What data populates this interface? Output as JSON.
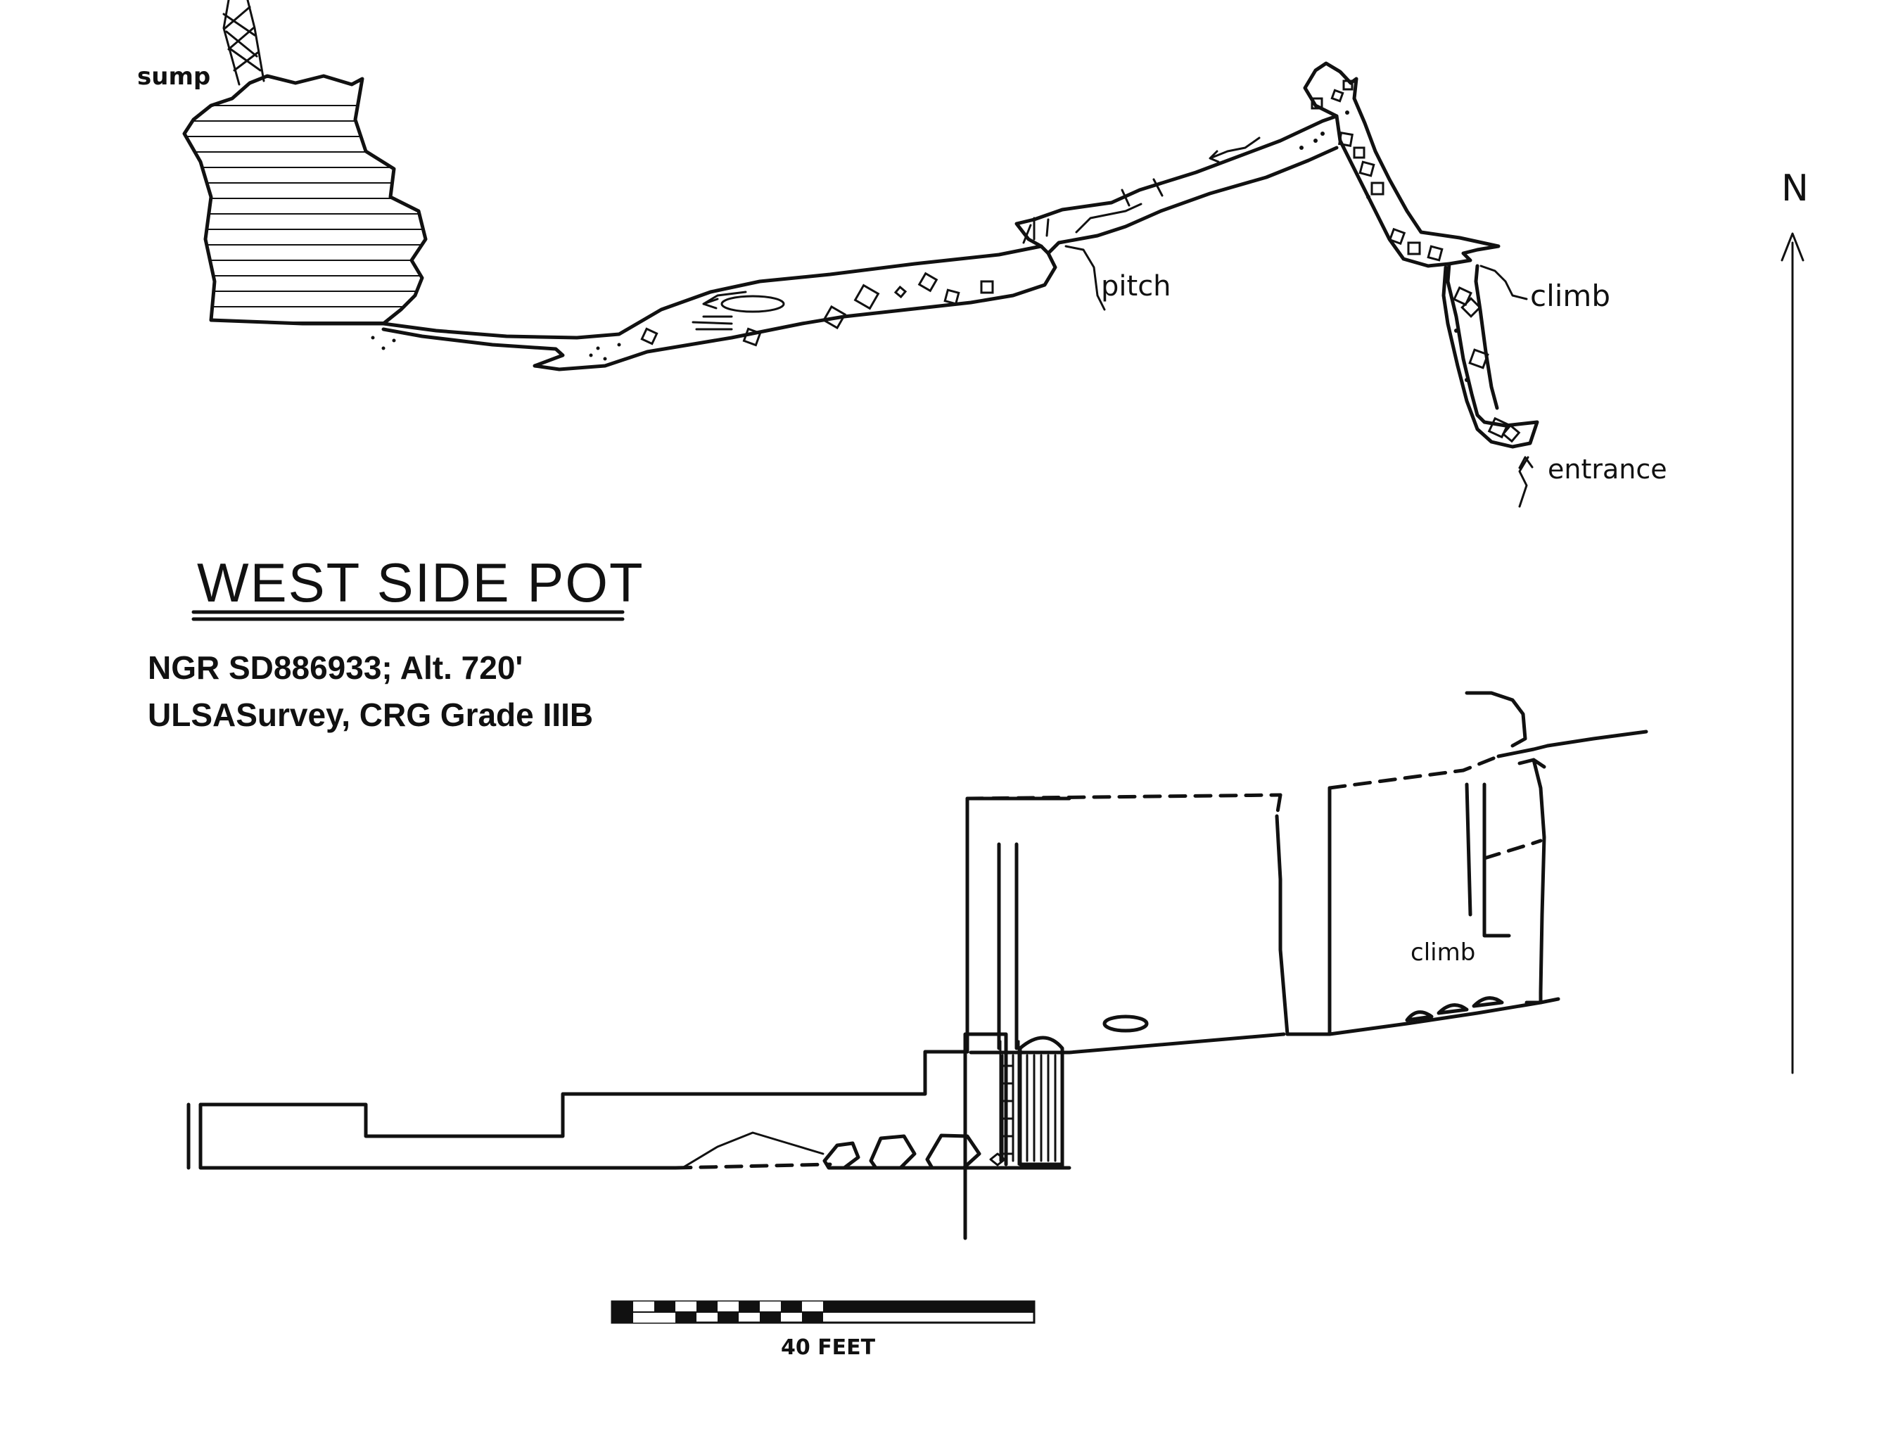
{
  "title": "WEST SIDE POT",
  "info_line_1": "NGR SD886933; Alt. 720'",
  "info_line_2": "ULSASurvey, CRG Grade IIIB",
  "plan_labels": {
    "sump": "sump",
    "pitch": "pitch",
    "climb": "climb",
    "entrance": "entrance",
    "north": "N"
  },
  "section_labels": {
    "climb": "climb"
  },
  "scale_bar": {
    "label": "40 FEET",
    "feet": 40
  },
  "colors": {
    "ink": "#111111",
    "paper": "#ffffff"
  }
}
